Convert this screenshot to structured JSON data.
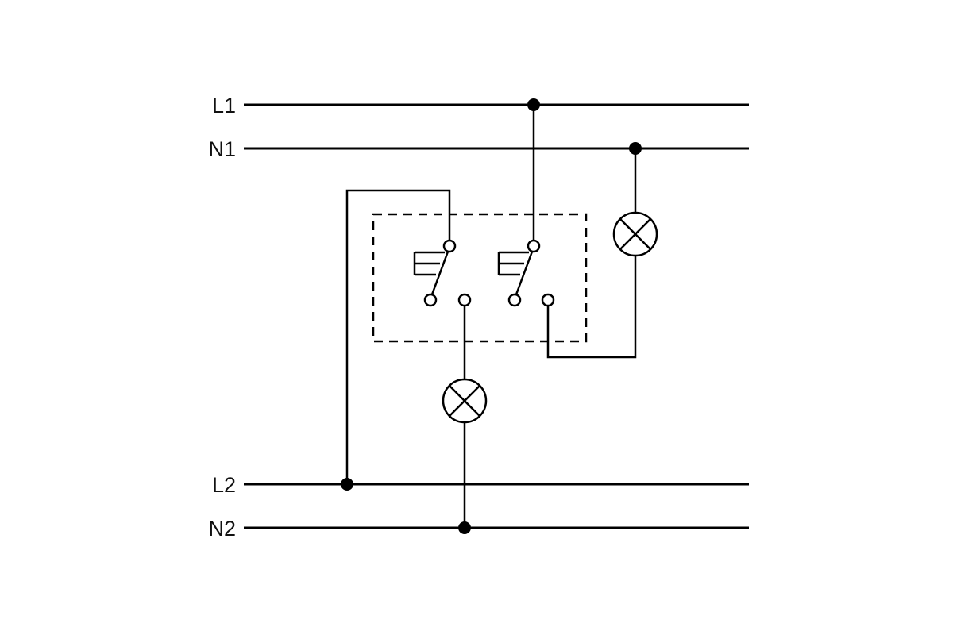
{
  "diagram": {
    "background": "#ffffff",
    "stroke_color": "#000000",
    "labels": {
      "l1": "L1",
      "n1": "N1",
      "l2": "L2",
      "n2": "N2"
    },
    "icons": {
      "lamp": "lamp-icon",
      "switch": "two-way-switch-icon",
      "actuator": "rocker-actuator-icon",
      "enclosure": "dashed-enclosure"
    }
  }
}
